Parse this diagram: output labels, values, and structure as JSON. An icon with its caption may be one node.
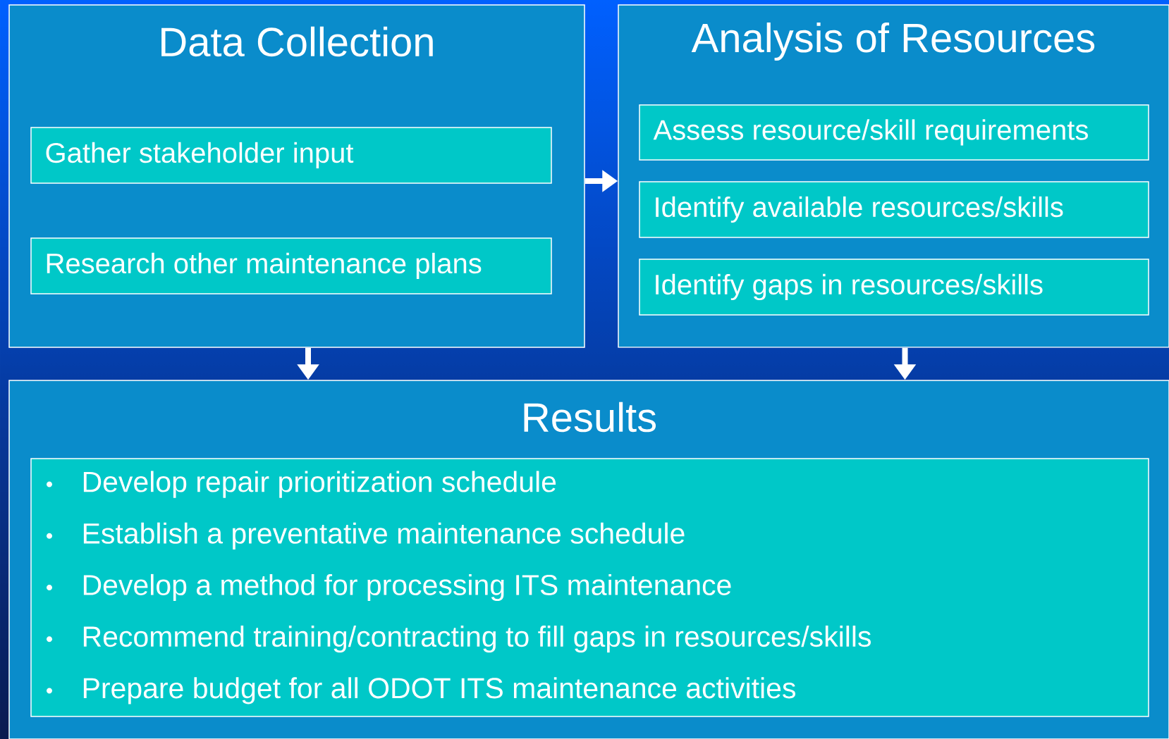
{
  "diagram": {
    "nodes": [
      {
        "text": [
          "Data Collection"
        ]
      },
      {
        "text": [
          "Gather stakeholder input"
        ],
        "in": 0
      },
      {
        "text": [
          "Research other maintenance plans"
        ],
        "in": 0
      },
      {
        "text": [
          "Analysis of Resources"
        ]
      },
      {
        "text": [
          "Assess resource/skill requirements"
        ],
        "in": 3
      },
      {
        "text": [
          "Identify available resources/skills"
        ],
        "in": 3
      },
      {
        "text": [
          "Identify gaps in resources/skills"
        ],
        "in": 3
      },
      {
        "text": [
          "Results"
        ]
      },
      {
        "text": [
          "Develop repair prioritization schedule",
          "Establish a preventative maintenance schedule",
          "Develop a method for processing ITS maintenance",
          "Recommend training/contracting to fill gaps in resources/skills",
          "Prepare budget for all ODOT ITS maintenance activities"
        ],
        "in": 7
      }
    ],
    "edges": [
      {
        "from": 0,
        "to": 3,
        "arrow": "to"
      },
      {
        "from": 0,
        "to": 7,
        "arrow": "to"
      },
      {
        "from": 3,
        "to": 7,
        "arrow": "to"
      }
    ]
  }
}
